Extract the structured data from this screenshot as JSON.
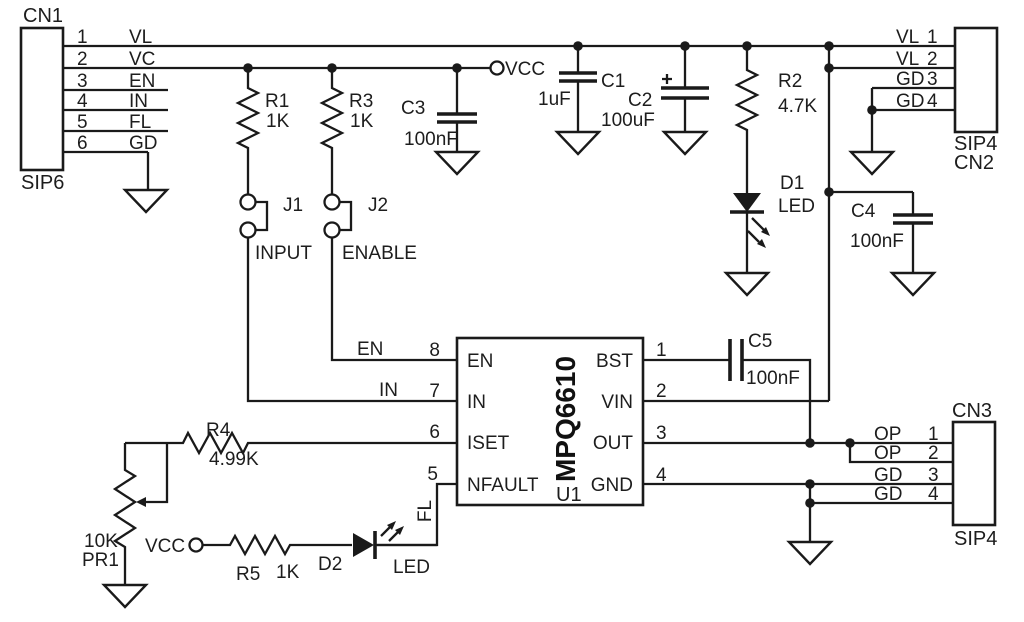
{
  "colors": {
    "line": "#1a1a1a",
    "background": "#ffffff"
  },
  "ic": {
    "ref": "U1",
    "part": "MPQ6610",
    "left_pins": [
      {
        "num": "8",
        "name": "EN"
      },
      {
        "num": "7",
        "name": "IN"
      },
      {
        "num": "6",
        "name": "ISET"
      },
      {
        "num": "5",
        "name": "NFAULT"
      }
    ],
    "right_pins": [
      {
        "num": "1",
        "name": "BST"
      },
      {
        "num": "2",
        "name": "VIN"
      },
      {
        "num": "3",
        "name": "OUT"
      },
      {
        "num": "4",
        "name": "GND"
      }
    ]
  },
  "connectors": {
    "cn1": {
      "ref": "CN1",
      "package": "SIP6",
      "pins": [
        {
          "num": "1",
          "label": "VL"
        },
        {
          "num": "2",
          "label": "VC"
        },
        {
          "num": "3",
          "label": "EN"
        },
        {
          "num": "4",
          "label": "IN"
        },
        {
          "num": "5",
          "label": "FL"
        },
        {
          "num": "6",
          "label": "GD"
        }
      ]
    },
    "cn2": {
      "ref": "CN2",
      "package": "SIP4",
      "pins": [
        {
          "label": "VL",
          "num": "1"
        },
        {
          "label": "VL",
          "num": "2"
        },
        {
          "label": "GD",
          "num": "3"
        },
        {
          "label": "GD",
          "num": "4"
        }
      ]
    },
    "cn3": {
      "ref": "CN3",
      "package": "SIP4",
      "pins": [
        {
          "label": "OP",
          "num": "1"
        },
        {
          "label": "OP",
          "num": "2"
        },
        {
          "label": "GD",
          "num": "3"
        },
        {
          "label": "GD",
          "num": "4"
        }
      ]
    }
  },
  "resistors": {
    "r1": {
      "ref": "R1",
      "value": "1K"
    },
    "r2": {
      "ref": "R2",
      "value": "4.7K"
    },
    "r3": {
      "ref": "R3",
      "value": "1K"
    },
    "r4": {
      "ref": "R4",
      "value": "4.99K"
    },
    "r5": {
      "ref": "R5",
      "value": "1K"
    },
    "pr1": {
      "ref": "PR1",
      "value": "10K"
    }
  },
  "capacitors": {
    "c1": {
      "ref": "C1",
      "value": "1uF"
    },
    "c2": {
      "ref": "C2",
      "value": "100uF"
    },
    "c3": {
      "ref": "C3",
      "value": "100nF"
    },
    "c4": {
      "ref": "C4",
      "value": "100nF"
    },
    "c5": {
      "ref": "C5",
      "value": "100nF"
    }
  },
  "diodes": {
    "d1": {
      "ref": "D1",
      "type": "LED"
    },
    "d2": {
      "ref": "D2",
      "type": "LED"
    }
  },
  "jumpers": {
    "j1": {
      "ref": "J1",
      "label": "INPUT"
    },
    "j2": {
      "ref": "J2",
      "label": "ENABLE"
    }
  },
  "terminals": {
    "vcc_top": "VCC",
    "vcc_bottom": "VCC"
  },
  "wire_labels": {
    "en": "EN",
    "in": "IN",
    "fl": "FL"
  }
}
